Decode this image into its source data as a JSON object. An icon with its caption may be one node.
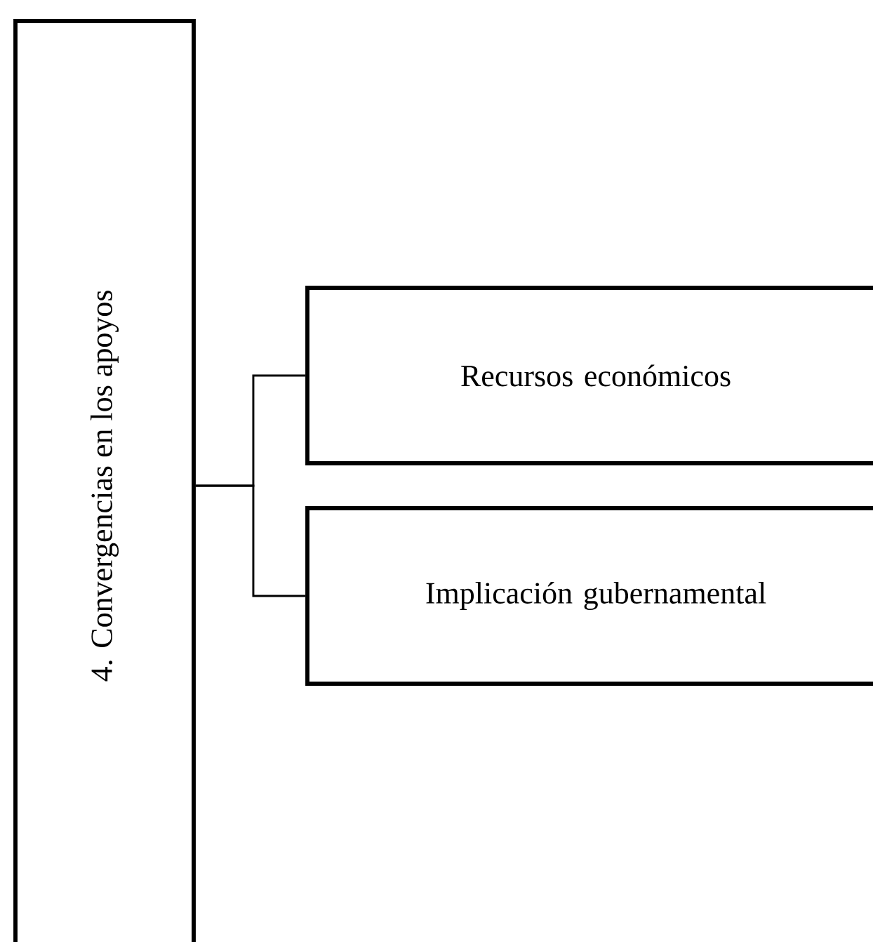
{
  "diagram": {
    "nodes": [
      {
        "text": [
          "4. Convergencias en los apoyos"
        ]
      },
      {
        "text": [
          "Recursos económicos"
        ]
      },
      {
        "text": [
          "Implicación gubernamental"
        ]
      }
    ],
    "edges": [
      {
        "from": 0,
        "to": 1,
        "arrow": "none"
      },
      {
        "from": 0,
        "to": 2,
        "arrow": "none"
      }
    ]
  }
}
